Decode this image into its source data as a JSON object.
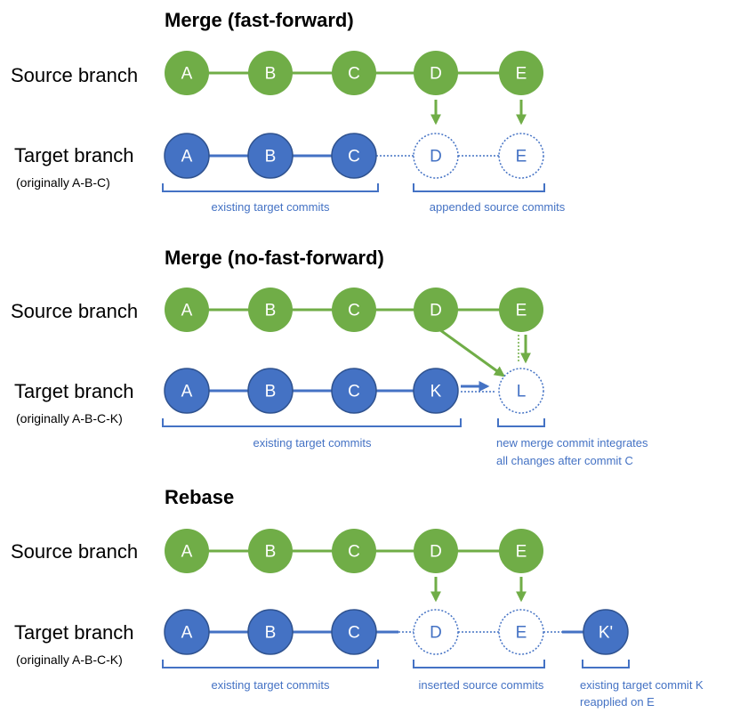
{
  "colors": {
    "source": "#70ad47",
    "target": "#4472c4",
    "text_on_node": "#ffffff",
    "annotation": "#4472c4"
  },
  "sections": [
    {
      "title": "Merge (fast-forward)",
      "source_label": "Source branch",
      "source_commits": [
        "A",
        "B",
        "C",
        "D",
        "E"
      ],
      "target_label": "Target branch",
      "target_note": "(originally A-B-C)",
      "target_commits": [
        "A",
        "B",
        "C"
      ],
      "added_commits": [
        "D",
        "E"
      ],
      "brackets": [
        "existing target commits",
        "appended source commits"
      ]
    },
    {
      "title": "Merge (no-fast-forward)",
      "source_label": "Source branch",
      "source_commits": [
        "A",
        "B",
        "C",
        "D",
        "E"
      ],
      "target_label": "Target branch",
      "target_note": "(originally A-B-C-K)",
      "target_commits": [
        "A",
        "B",
        "C",
        "K"
      ],
      "added_commits": [
        "L"
      ],
      "brackets": [
        "existing target commits",
        "new merge commit integrates",
        "all changes after commit C"
      ]
    },
    {
      "title": "Rebase",
      "source_label": "Source branch",
      "source_commits": [
        "A",
        "B",
        "C",
        "D",
        "E"
      ],
      "target_label": "Target branch",
      "target_note": "(originally A-B-C-K)",
      "target_commits": [
        "A",
        "B",
        "C"
      ],
      "added_commits": [
        "D",
        "E"
      ],
      "reapplied_commit": "K'",
      "brackets": [
        "existing target commits",
        "inserted source commits",
        "existing target commit K",
        "reapplied on E"
      ]
    }
  ]
}
